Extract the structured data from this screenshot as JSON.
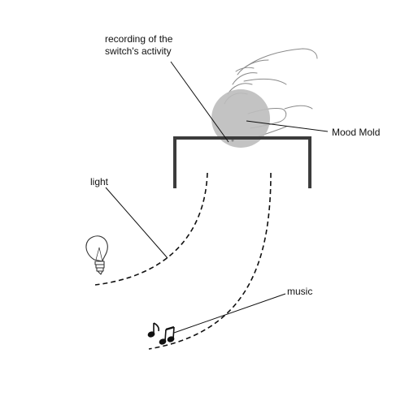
{
  "labels": {
    "recording_line1": "recording of the",
    "recording_line2": "switch's activity",
    "mood_mold": "Mood Mold",
    "light": "light",
    "music": "music"
  },
  "colors": {
    "line": "#111111",
    "frame": "#3c3c3c",
    "ball": "#bdbdbd",
    "hand": "#8a8a8a"
  },
  "icons": {
    "bulb": "light-bulb-icon",
    "notes": "music-notes-icon",
    "hand": "hand-drawing"
  }
}
